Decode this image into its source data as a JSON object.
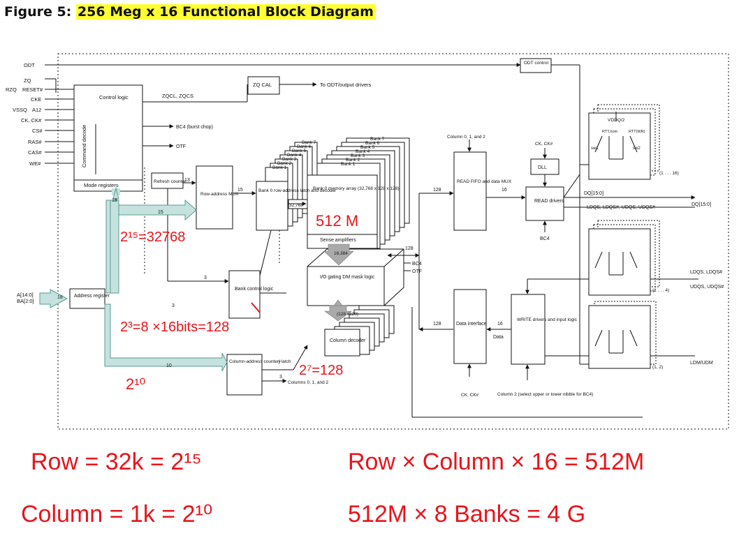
{
  "title": {
    "prefix": "Figure 5:",
    "highlight": "256 Meg x 16 Functional Block Diagram"
  },
  "signals": {
    "odt": "ODT",
    "zq": "ZQ",
    "rzq": "RZQ",
    "reset": "RESET#",
    "cke": "CKE",
    "vssq": "VSSQ",
    "a12": "A12",
    "ck": "CK, CK#",
    "cs": "CS#",
    "ras": "RAS#",
    "cas": "CAS#",
    "we": "WE#",
    "addr_a": "A[14:0]",
    "addr_ba": "BA[2:0]"
  },
  "blocks": {
    "control_logic": "Control logic",
    "command_decode": "Command decode",
    "mode_registers": "Mode registers",
    "refresh_counter": "Refresh counter",
    "row_mux": "Row-address MUX",
    "bank0_row": "Bank 0 row-address latch and decoder",
    "bank0_array": "Bank 0 memory array (32,768 x 128 x 128)",
    "sense_amps": "Sense amplifiers",
    "io_gating": "I/O gating DM mask logic",
    "bank_control": "Bank control logic",
    "address_register": "Address register",
    "column_decoder": "Column decoder",
    "column_counter": "Column-address counter/ latch",
    "zq_cal": "ZQ CAL",
    "odt_control": "ODT control",
    "read_fifo": "READ FIFO and data MUX",
    "read_drivers": "READ drivers",
    "dll": "DLL",
    "data_interface": "Data interface",
    "write_drivers": "WRITE drivers and input logic"
  },
  "banks_left": [
    "Bank 7",
    "Bank 6",
    "Bank 5",
    "Bank 4",
    "Bank 3",
    "Bank 2",
    "Bank 1"
  ],
  "banks_right": [
    "Bank 7",
    "Bank 6",
    "Bank 5",
    "Bank 4",
    "Bank 3",
    "Bank 2",
    "Bank 1"
  ],
  "labels": {
    "zqcl": "ZQCL, ZQCS",
    "to_odt": "To ODT/output drivers",
    "bc4_chop": "BC4 (burst chop)",
    "otf": "OTF",
    "n13": "13",
    "n15a": "15",
    "n15b": "15",
    "n18a": "18",
    "n18b": "18",
    "n3a": "3",
    "n3b": "3",
    "n3c": "3",
    "n10": "10",
    "n7": "7",
    "n32768": "32,768",
    "n16384": "16,384",
    "n128x128": "(128 x128)",
    "n128a": "128",
    "n128b": "128",
    "n128c": "128",
    "n16a": "16",
    "n16b": "16",
    "bc4a": "BC4",
    "otf2": "OTF",
    "bc4b": "BC4",
    "columns": "Columns 0, 1, and 2",
    "col012": "Column 0, 1, and 2",
    "ck_dll": "CK, CK#",
    "ck_bottom": "CK, CK#",
    "col2": "Column 2 (select upper or lower nibble for BC4)",
    "data": "Data",
    "dq": "DQ[15:0]",
    "dq_right": "DQ[15:0]",
    "ldqs_list": "LDQS, LDQS#, UDQS, UDQS#",
    "ldqs": "LDQS, LDQS#",
    "udqs": "UDQS, UDQS#",
    "ldm": "LDM/UDM",
    "r1_16": "(1 . . . 16)",
    "r1_4": "(1 . . . 4)",
    "r1_2": "(1, 2)",
    "vddq": "VDDQ/2",
    "rttnom": "RTT,nom",
    "rttwr": "RTT(WR)",
    "sw1": "sw1",
    "sw2": "sw2"
  },
  "annotations": {
    "row_bits": "2¹⁵=32768",
    "mem_size": "512 M",
    "bank_bits": "2³=8  ×16bits=128",
    "col_bits": "2⁷=128",
    "col_exp": "2¹⁰",
    "eq1": "Row = 32k = 2¹⁵",
    "eq2": "Column = 1k = 2¹⁰",
    "eq3": "Row × Column × 16 = 512M",
    "eq4": "512M × 8 Banks = 4 G"
  },
  "colors": {
    "highlight": "#ffff33",
    "bus": "#c5e2de",
    "bus_stroke": "#5a9a94",
    "annotation": "#e8141b",
    "gray_arrow": "#aaaaaa"
  }
}
